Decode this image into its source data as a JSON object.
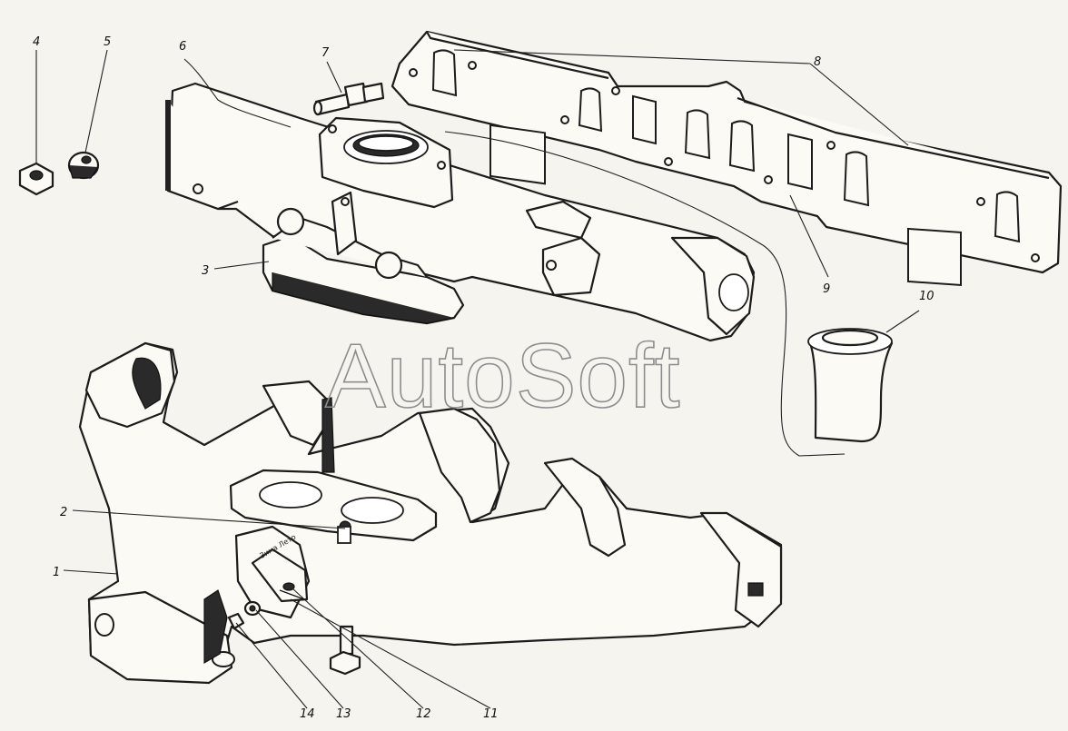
{
  "watermark": "AutoSoft",
  "callouts": [
    {
      "id": "1",
      "label": "1"
    },
    {
      "id": "2",
      "label": "2"
    },
    {
      "id": "3",
      "label": "3"
    },
    {
      "id": "4",
      "label": "4"
    },
    {
      "id": "5",
      "label": "5"
    },
    {
      "id": "6",
      "label": "6"
    },
    {
      "id": "7",
      "label": "7"
    },
    {
      "id": "8",
      "label": "8"
    },
    {
      "id": "9",
      "label": "9"
    },
    {
      "id": "10",
      "label": "10"
    },
    {
      "id": "11",
      "label": "11"
    },
    {
      "id": "12",
      "label": "12"
    },
    {
      "id": "13",
      "label": "13"
    },
    {
      "id": "14",
      "label": "14"
    }
  ],
  "valve_plate_text": "Зима Лето"
}
